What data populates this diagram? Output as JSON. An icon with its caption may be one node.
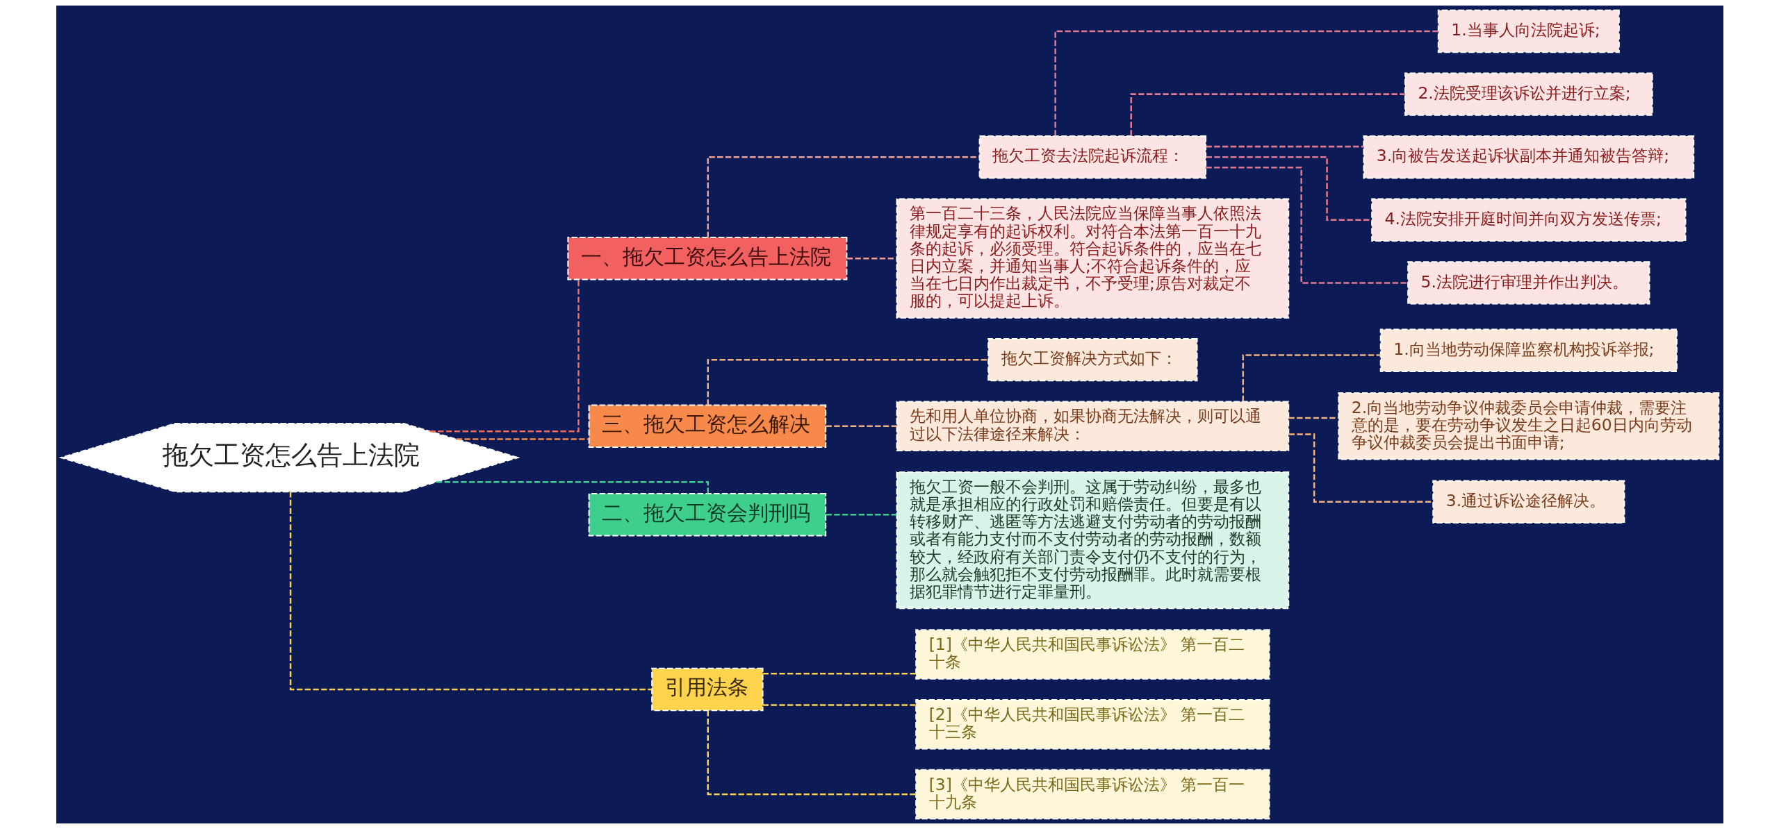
{
  "diagram": {
    "nodes": [
      {
        "text": [
          "拖欠工资怎么告上法院"
        ]
      },
      {
        "text": [
          "一、拖欠工资怎么告上法院"
        ]
      },
      {
        "text": [
          "拖欠工资去法院起诉流程："
        ]
      },
      {
        "text": [
          "1.当事人向法院起诉;"
        ]
      },
      {
        "text": [
          "2.法院受理该诉讼并进行立案;"
        ]
      },
      {
        "text": [
          "3.向被告发送起诉状副本并通知被告答辩;"
        ]
      },
      {
        "text": [
          "4.法院安排开庭时间并向双方发送传票;"
        ]
      },
      {
        "text": [
          "5.法院进行审理并作出判决。"
        ]
      },
      {
        "text": [
          "第一百二十三条，人民法院应当保障当事人依照法律规定享有的起诉权利。对符合本法第一百一十九条的起诉，必须受理。符合起诉条件的，应当在七日内立案，并通知当事人;不符合起诉条件的，应当在七日内作出裁定书，不予受理;原告对裁定不服的，可以提起上诉。"
        ]
      },
      {
        "text": [
          "三、拖欠工资怎么解决"
        ]
      },
      {
        "text": [
          "拖欠工资解决方式如下："
        ]
      },
      {
        "text": [
          "先和用人单位协商，如果协商无法解决，则可以通过以下法律途径来解决："
        ]
      },
      {
        "text": [
          "1.向当地劳动保障监察机构投诉举报;"
        ]
      },
      {
        "text": [
          "2.向当地劳动争议仲裁委员会申请仲裁，需要注意的是，要在劳动争议发生之日起60日内向劳动争议仲裁委员会提出书面申请;"
        ]
      },
      {
        "text": [
          "3.通过诉讼途径解决。"
        ]
      },
      {
        "text": [
          "二、拖欠工资会判刑吗"
        ]
      },
      {
        "text": [
          "拖欠工资一般不会判刑。这属于劳动纠纷，最多也就是承担相应的行政处罚和赔偿责任。但要是有以转移财产、逃匿等方法逃避支付劳动者的劳动报酬或者有能力支付而不支付劳动者的劳动报酬，数额较大，经政府有关部门责令支付仍不支付的行为，那么就会触犯拒不支付劳动报酬罪。此时就需要根据犯罪情节进行定罪量刑。"
        ]
      },
      {
        "text": [
          "引用法条"
        ]
      },
      {
        "text": [
          "[1]《中华人民共和国民事诉讼法》 第一百二十条"
        ]
      },
      {
        "text": [
          "[2]《中华人民共和国民事诉讼法》 第一百二十三条"
        ]
      },
      {
        "text": [
          "[3]《中华人民共和国民事诉讼法》 第一百一十九条"
        ]
      }
    ],
    "edges": [
      {
        "from": 0,
        "to": 1,
        "arrow": "none",
        "style": "dashed",
        "color": "#f26a5a"
      },
      {
        "from": 1,
        "to": 2,
        "arrow": "none",
        "style": "dashed",
        "color": "#f0a090"
      },
      {
        "from": 2,
        "to": 3,
        "arrow": "none",
        "style": "dashed",
        "color": "#e07a90"
      },
      {
        "from": 2,
        "to": 4,
        "arrow": "none",
        "style": "dashed",
        "color": "#e07a90"
      },
      {
        "from": 2,
        "to": 5,
        "arrow": "none",
        "style": "dashed",
        "color": "#e07a90"
      },
      {
        "from": 2,
        "to": 6,
        "arrow": "none",
        "style": "dashed",
        "color": "#e07a90"
      },
      {
        "from": 2,
        "to": 7,
        "arrow": "none",
        "style": "dashed",
        "color": "#e07a90"
      },
      {
        "from": 1,
        "to": 8,
        "arrow": "none",
        "style": "dashed",
        "color": "#f0a090"
      },
      {
        "from": 0,
        "to": 9,
        "arrow": "none",
        "style": "dashed",
        "color": "#f7894a"
      },
      {
        "from": 9,
        "to": 10,
        "arrow": "none",
        "style": "dashed",
        "color": "#f0b080"
      },
      {
        "from": 9,
        "to": 11,
        "arrow": "none",
        "style": "dashed",
        "color": "#f0b080"
      },
      {
        "from": 11,
        "to": 12,
        "arrow": "none",
        "style": "dashed",
        "color": "#f0b080"
      },
      {
        "from": 11,
        "to": 13,
        "arrow": "none",
        "style": "dashed",
        "color": "#f0b080"
      },
      {
        "from": 11,
        "to": 14,
        "arrow": "none",
        "style": "dashed",
        "color": "#f0b080"
      },
      {
        "from": 0,
        "to": 15,
        "arrow": "none",
        "style": "dashed",
        "color": "#3ecf8e"
      },
      {
        "from": 15,
        "to": 16,
        "arrow": "none",
        "style": "dashed",
        "color": "#3ecf8e"
      },
      {
        "from": 0,
        "to": 17,
        "arrow": "none",
        "style": "dashed",
        "color": "#fdd34d"
      },
      {
        "from": 17,
        "to": 18,
        "arrow": "none",
        "style": "dashed",
        "color": "#fdd34d"
      },
      {
        "from": 17,
        "to": 19,
        "arrow": "none",
        "style": "dashed",
        "color": "#fdd34d"
      },
      {
        "from": 17,
        "to": 20,
        "arrow": "none",
        "style": "dashed",
        "color": "#fdd34d"
      }
    ]
  }
}
